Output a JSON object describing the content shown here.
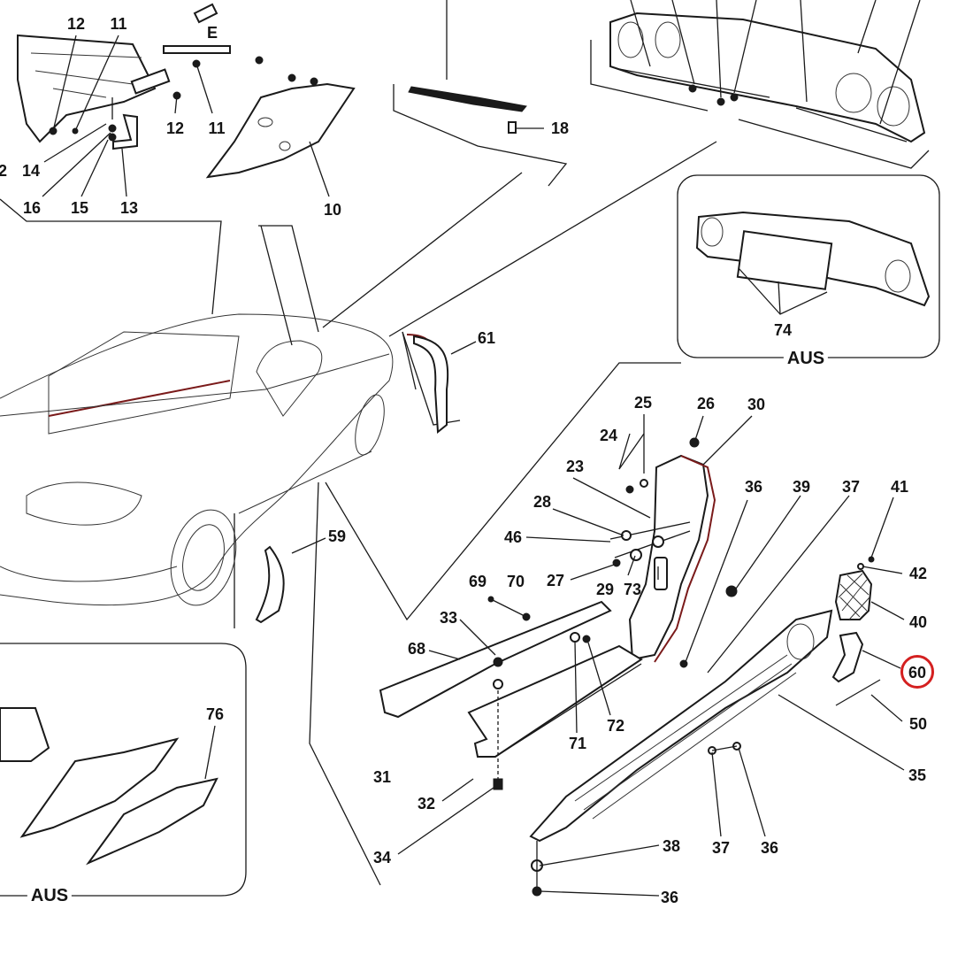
{
  "diagram": {
    "subject": "Exploded parts diagram - car side sill, rear panel and trim components",
    "highlight_color": "#d42020",
    "highlighted_part": "60",
    "insets": [
      {
        "id": "inset-rear-panel",
        "label": "AUS",
        "parts": [
          "74"
        ]
      },
      {
        "id": "inset-inner-panel",
        "label": "AUS",
        "parts": [
          "76"
        ]
      }
    ],
    "part_labels": [
      {
        "id": "p12a",
        "text": "12"
      },
      {
        "id": "p11a",
        "text": "11"
      },
      {
        "id": "p12b",
        "text": "12"
      },
      {
        "id": "p11b",
        "text": "11"
      },
      {
        "id": "p2",
        "text": "2"
      },
      {
        "id": "p14",
        "text": "14"
      },
      {
        "id": "p16",
        "text": "16"
      },
      {
        "id": "p15",
        "text": "15"
      },
      {
        "id": "p13",
        "text": "13"
      },
      {
        "id": "p10",
        "text": "10"
      },
      {
        "id": "pE",
        "text": "E"
      },
      {
        "id": "p18",
        "text": "18"
      },
      {
        "id": "p74",
        "text": "74"
      },
      {
        "id": "p61",
        "text": "61"
      },
      {
        "id": "p59",
        "text": "59"
      },
      {
        "id": "p25",
        "text": "25"
      },
      {
        "id": "p26",
        "text": "26"
      },
      {
        "id": "p30",
        "text": "30"
      },
      {
        "id": "p24",
        "text": "24"
      },
      {
        "id": "p23",
        "text": "23"
      },
      {
        "id": "p28",
        "text": "28"
      },
      {
        "id": "p46",
        "text": "46"
      },
      {
        "id": "p27",
        "text": "27"
      },
      {
        "id": "p29",
        "text": "29"
      },
      {
        "id": "p73",
        "text": "73"
      },
      {
        "id": "p69",
        "text": "69"
      },
      {
        "id": "p70",
        "text": "70"
      },
      {
        "id": "p33",
        "text": "33"
      },
      {
        "id": "p68",
        "text": "68"
      },
      {
        "id": "p71",
        "text": "71"
      },
      {
        "id": "p72",
        "text": "72"
      },
      {
        "id": "p31",
        "text": "31"
      },
      {
        "id": "p32",
        "text": "32"
      },
      {
        "id": "p34",
        "text": "34"
      },
      {
        "id": "p36a",
        "text": "36"
      },
      {
        "id": "p39",
        "text": "39"
      },
      {
        "id": "p37a",
        "text": "37"
      },
      {
        "id": "p41",
        "text": "41"
      },
      {
        "id": "p42",
        "text": "42"
      },
      {
        "id": "p40",
        "text": "40"
      },
      {
        "id": "p60",
        "text": "60"
      },
      {
        "id": "p50",
        "text": "50"
      },
      {
        "id": "p35",
        "text": "35"
      },
      {
        "id": "p38",
        "text": "38"
      },
      {
        "id": "p37b",
        "text": "37"
      },
      {
        "id": "p36b",
        "text": "36"
      },
      {
        "id": "p36c",
        "text": "36"
      },
      {
        "id": "p76",
        "text": "76"
      }
    ]
  }
}
